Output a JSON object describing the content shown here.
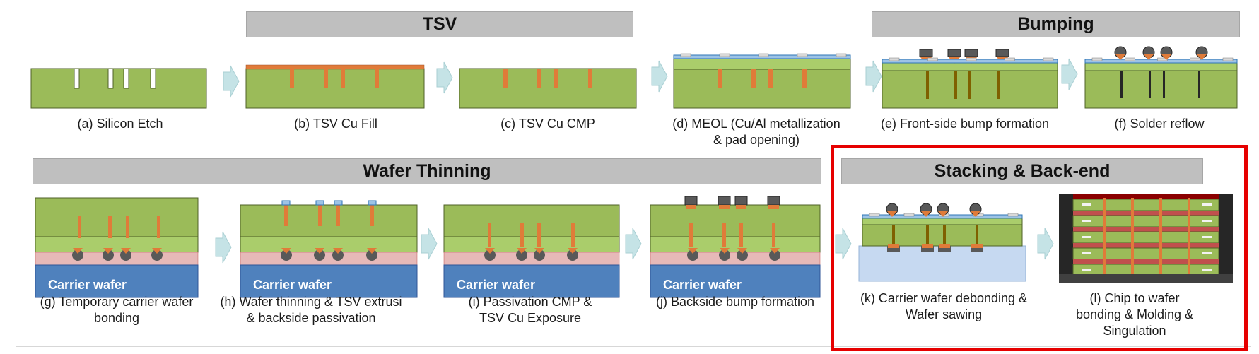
{
  "headers": {
    "tsv": "TSV",
    "bumping": "Bumping",
    "wafer_thinning": "Wafer Thinning",
    "stacking": "Stacking & Back-end"
  },
  "captions": {
    "a": "(a) Silicon Etch",
    "b": "(b) TSV Cu Fill",
    "c": "(c) TSV Cu CMP",
    "d1": "(d) MEOL (Cu/Al metallization",
    "d2": "& pad opening)",
    "e": "(e) Front-side bump formation",
    "f": "(f) Solder reflow",
    "g1": "(g) Temporary carrier wafer",
    "g2": "bonding",
    "h1": "(h) Wafer thinning & TSV extrusi",
    "h2": "& backside passivation",
    "i1": "(i) Passivation CMP &",
    "i2": "TSV Cu Exposure",
    "j": "(j) Backside bump formation",
    "k1": "(k) Carrier wafer debonding &",
    "k2": "Wafer sawing",
    "l1": "(l) Chip to wafer",
    "l2": "bonding & Molding &",
    "l3": "Singulation"
  },
  "carrier_label": "Carrier wafer",
  "colors": {
    "silicon": "#9bbb59",
    "silicon_edge": "#4f6228",
    "copper": "#e07b39",
    "carrier": "#4f81bd",
    "bond_layer": "#e6b9b8",
    "highlight": "#e60000",
    "header_bg": "#bfbfbf",
    "arrow": "#c5e3e6"
  }
}
